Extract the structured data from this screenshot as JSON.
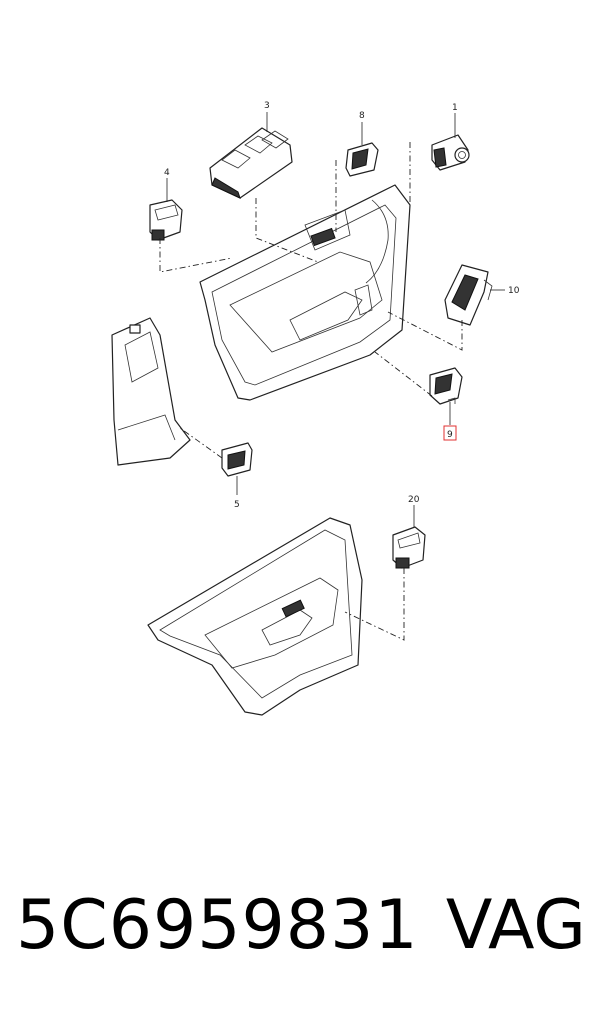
{
  "diagram": {
    "callouts": [
      {
        "id": "c1",
        "label": "1"
      },
      {
        "id": "c3",
        "label": "3"
      },
      {
        "id": "c4",
        "label": "4"
      },
      {
        "id": "c5",
        "label": "5"
      },
      {
        "id": "c8",
        "label": "8"
      },
      {
        "id": "c9",
        "label": "9",
        "highlighted": true
      },
      {
        "id": "c10",
        "label": "10"
      },
      {
        "id": "c20",
        "label": "20"
      }
    ],
    "highlight_color": "#e03030"
  },
  "footer": {
    "part_number": "5C6959831",
    "brand": "VAG"
  }
}
